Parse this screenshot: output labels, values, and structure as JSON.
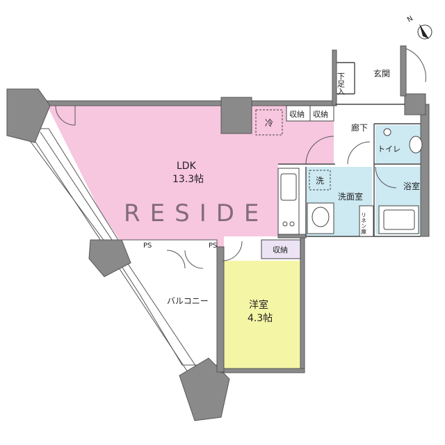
{
  "rooms": {
    "ldk": {
      "name": "LDK",
      "size": "13.3帖",
      "color": "#f7c6df"
    },
    "western": {
      "name": "洋室",
      "size": "4.3帖",
      "color": "#f5f5a6"
    },
    "balcony": {
      "name": "バルコニー"
    },
    "corridor": {
      "name": "廊下"
    },
    "entrance": {
      "name": "玄関"
    },
    "shoe_storage": {
      "name": "下足入"
    },
    "toilet": {
      "name": "トイレ"
    },
    "washroom": {
      "name": "洗面室"
    },
    "bathroom": {
      "name": "浴室"
    },
    "linen": {
      "name": "リネン庫"
    }
  },
  "labels": {
    "storage_1": "収納",
    "storage_2": "収納",
    "storage_3": "収納",
    "fridge": "冷",
    "washer": "洗",
    "ps_left": "PS",
    "ps_right": "PS",
    "compass": "N"
  },
  "watermark": "RESIDE",
  "colors": {
    "ldk": "#f7c6df",
    "western": "#f5f5a6",
    "wet_area": "#cde9f2",
    "wall": "#8a8a8a"
  }
}
